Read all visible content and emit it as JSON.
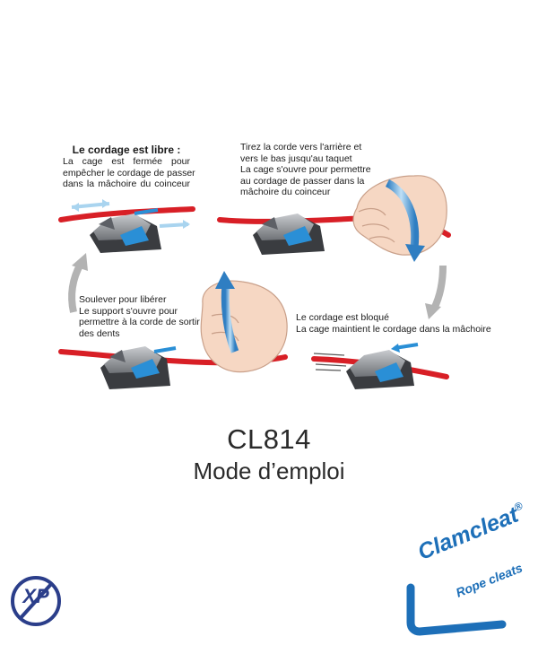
{
  "steps": [
    {
      "heading": "Le cordage est libre :",
      "lines": [
        "La cage est fermée pour",
        "empêcher le cordage de passer",
        "dans la mâchoire du coinceur"
      ]
    },
    {
      "heading": "",
      "lines": [
        "Tirez la corde vers l'arrière et",
        "vers le bas jusqu'au taquet",
        "La cage s'ouvre pour permettre",
        "au cordage de passer dans la",
        "mâchoire du coinceur"
      ]
    },
    {
      "heading": "",
      "lines": [
        "Le cordage est bloqué",
        "La cage maintient le cordage dans la mâchoire"
      ]
    },
    {
      "heading": "",
      "lines": [
        "Soulever pour libérer",
        "Le support s'ouvre pour",
        "permettre à la corde de sortir",
        "des dents"
      ]
    }
  ],
  "product": {
    "model": "CL814",
    "subtitle": "Mode d’emploi"
  },
  "brand": {
    "name": "Clamcleat",
    "registered": "®",
    "tagline": "Rope cleats",
    "color": "#1d6fb8"
  },
  "badge": {
    "text": "XP",
    "color": "#2b3e8a"
  },
  "colors": {
    "rope": "#d81f26",
    "cleat_body": "#8c8f94",
    "cleat_base": "#3a3c40",
    "cleat_jaw": "#2a8fd6",
    "arrow_light": "#a9d4ef",
    "arrow_gray": "#b3b3b3",
    "skin": "#f6d7c3"
  }
}
